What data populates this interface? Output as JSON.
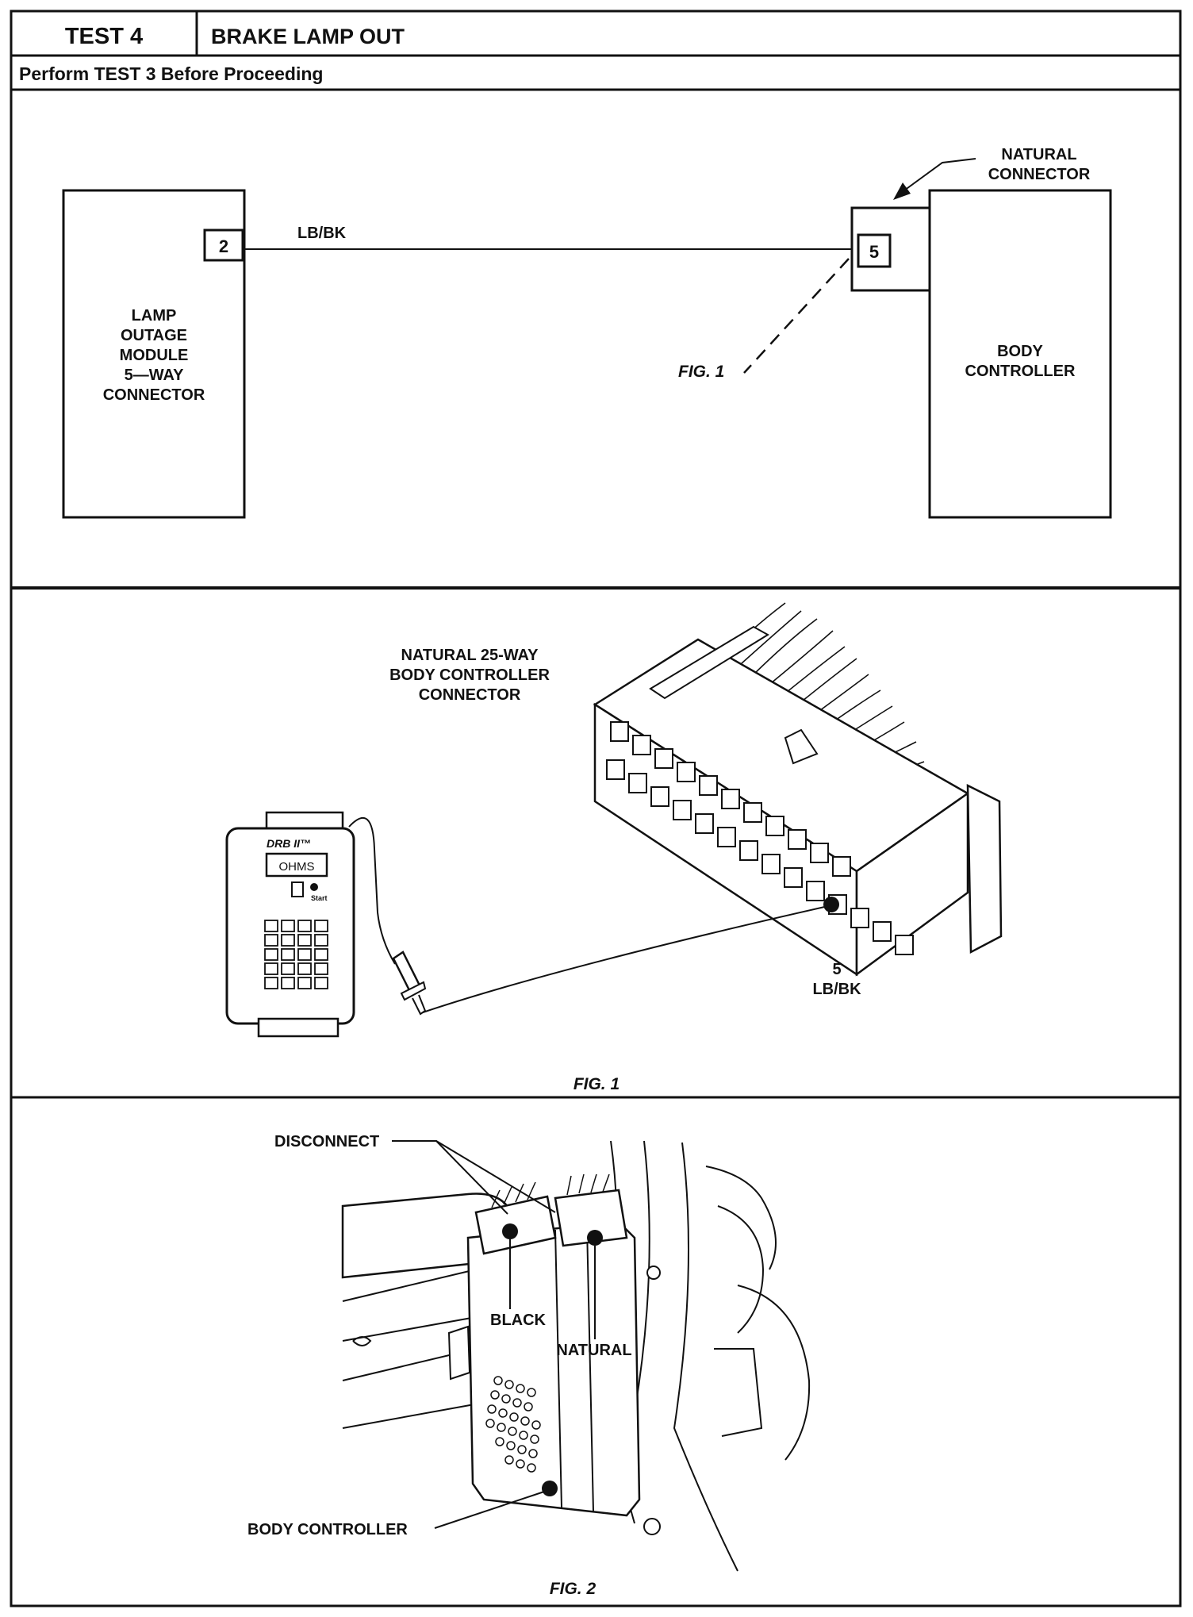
{
  "header": {
    "test_id": "TEST 4",
    "title": "BRAKE LAMP OUT",
    "precondition": "Perform TEST 3 Before Proceeding"
  },
  "schematic": {
    "left_module": {
      "pin": "2",
      "label_lines": [
        "LAMP",
        "OUTAGE",
        "MODULE",
        "5—WAY",
        "CONNECTOR"
      ]
    },
    "wire_label": "LB/BK",
    "connector_callout": [
      "NATURAL",
      "CONNECTOR"
    ],
    "right_module": {
      "pin": "5",
      "label_lines": [
        "BODY",
        "CONTROLLER"
      ]
    },
    "fig_reference": "FIG. 1"
  },
  "figure1": {
    "connector_label": [
      "NATURAL 25-WAY",
      "BODY CONTROLLER",
      "CONNECTOR"
    ],
    "meter_brand": "DRB II™",
    "meter_display": "OHMS",
    "meter_led_label": "Start",
    "pin_callout": [
      "5",
      "LB/BK"
    ],
    "caption": "FIG. 1"
  },
  "figure2": {
    "disconnect_label": "DISCONNECT",
    "black_label": "BLACK",
    "natural_label": "NATURAL",
    "body_controller_label": "BODY CONTROLLER",
    "caption": "FIG. 2"
  }
}
